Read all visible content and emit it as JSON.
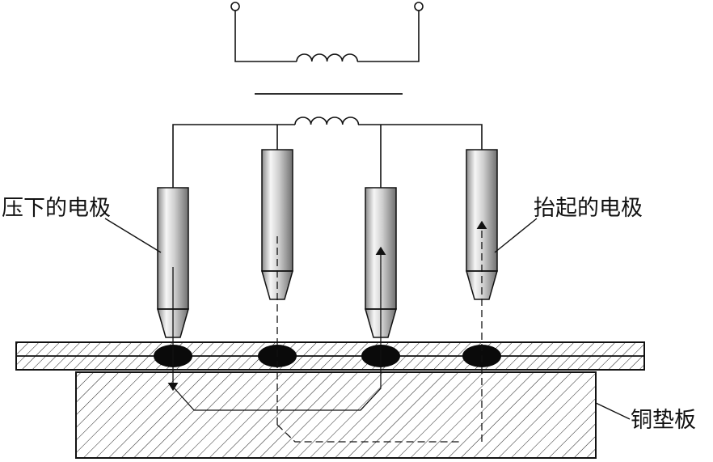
{
  "labels": {
    "pressed_electrode": "压下的电极",
    "lifted_electrode": "抬起的电极",
    "copper_backing_plate": "铜垫板"
  },
  "colors": {
    "line": "#111111",
    "electrode_light": "#f4f4f4",
    "electrode_dark": "#777777",
    "weld_nugget": "#0a0a0a",
    "hatch": "#222222",
    "background": "#ffffff"
  }
}
